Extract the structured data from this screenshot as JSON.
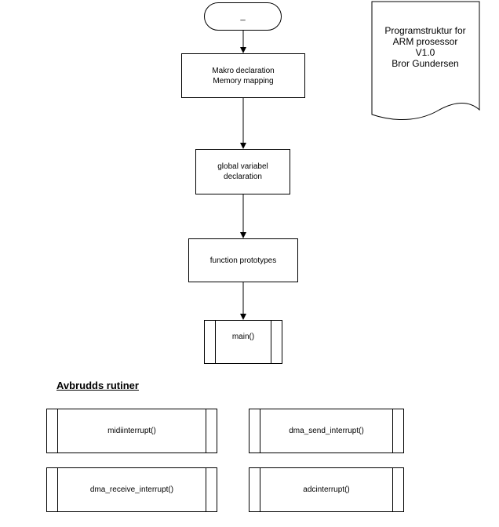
{
  "flow": {
    "start_label": "_",
    "steps": [
      "Makro declaration\nMemory mapping",
      "global variabel\ndeclaration",
      "function prototypes"
    ],
    "main_label": "main()"
  },
  "document_note": "Programstruktur for\nARM prosessor\nV1.0\nBror Gundersen",
  "interrupts": {
    "heading": "Avbrudds rutiner",
    "routines": [
      "midiinterrupt()",
      "dma_send_interrupt()",
      "dma_receive_interrupt()",
      "adcinterrupt()"
    ]
  }
}
